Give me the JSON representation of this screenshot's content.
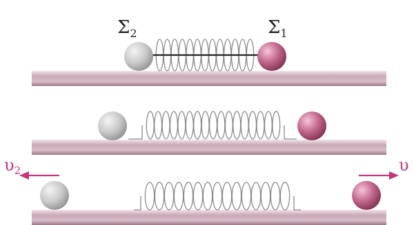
{
  "labels": {
    "sigma2": "Σ",
    "sigma2_sub": "2",
    "sigma1": "Σ",
    "sigma1_sub": "1",
    "v2": "υ",
    "v2_sub": "2",
    "v": "υ"
  },
  "colors": {
    "track_top": "#f3e3ea",
    "track_mid": "#c9a9b7",
    "track_bottom": "#9c7787",
    "ball_grey_light": "#f4f4f4",
    "ball_grey_dark": "#9a9a9a",
    "ball_pink_light": "#f2b8cf",
    "ball_pink_dark": "#8e3b5c",
    "spring": "#8a8a8a",
    "string": "#222222",
    "arrow": "#c2357a",
    "label_text": "#222222",
    "velocity_text": "#c2357a"
  },
  "panels": [
    {
      "state": "compressed-tied",
      "spring_coils": 13
    },
    {
      "state": "released",
      "spring_coils": 17
    },
    {
      "state": "separated",
      "spring_coils": 15
    }
  ]
}
